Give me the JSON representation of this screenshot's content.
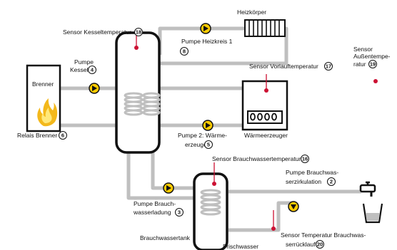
{
  "colors": {
    "pipe": "#bfbfbf",
    "tank": "#111111",
    "pump": "#ffcc00",
    "sensor": "#cc1133",
    "flame_outer": "#f3b81b",
    "flame_inner": "#ffe87a"
  },
  "labels": {
    "heater": "Heizkörper",
    "sensor_boiler": "Sensor Kesseltemperatur",
    "sensor_boiler_no": "18",
    "pump_circuit_1a": "Pumpe Heizkreis 1",
    "pump_circuit_1_no": "8",
    "sensor_outdoor_1": "Sensor",
    "sensor_outdoor_2": "Außentempe-",
    "sensor_outdoor_3": "ratur",
    "sensor_outdoor_no": "19",
    "pump_boiler_1": "Pumpe",
    "pump_boiler_2": "Kessel",
    "pump_boiler_no": "4",
    "sensor_flow": "Sensor Vorlauftemperatur",
    "sensor_flow_no": "17",
    "burner": "Brenner",
    "heat_generator": "Wärmeerzeuger",
    "relay_burner": "Relais Brenner",
    "relay_burner_no": "6",
    "pump2_1": "Pumpe 2: Wärme-",
    "pump2_2": "erzeuger",
    "pump2_no": "5",
    "sensor_dhw": "Sensor Brauchwassertemperatur",
    "sensor_dhw_no": "16",
    "pump_circ_1": "Pumpe Brauchwas-",
    "pump_circ_2": "serzirkulation",
    "pump_circ_no": "2",
    "pump_charge_1": "Pumpe Brauch-",
    "pump_charge_2": "wasserladung",
    "pump_charge_no": "3",
    "dhw_tank": "Brauchwassertank",
    "fresh_water": "Frischwasser",
    "sensor_return_1": "Sensor Temperatur Brauchwas-",
    "sensor_return_2": "serrücklauf",
    "sensor_return_no": "20"
  }
}
